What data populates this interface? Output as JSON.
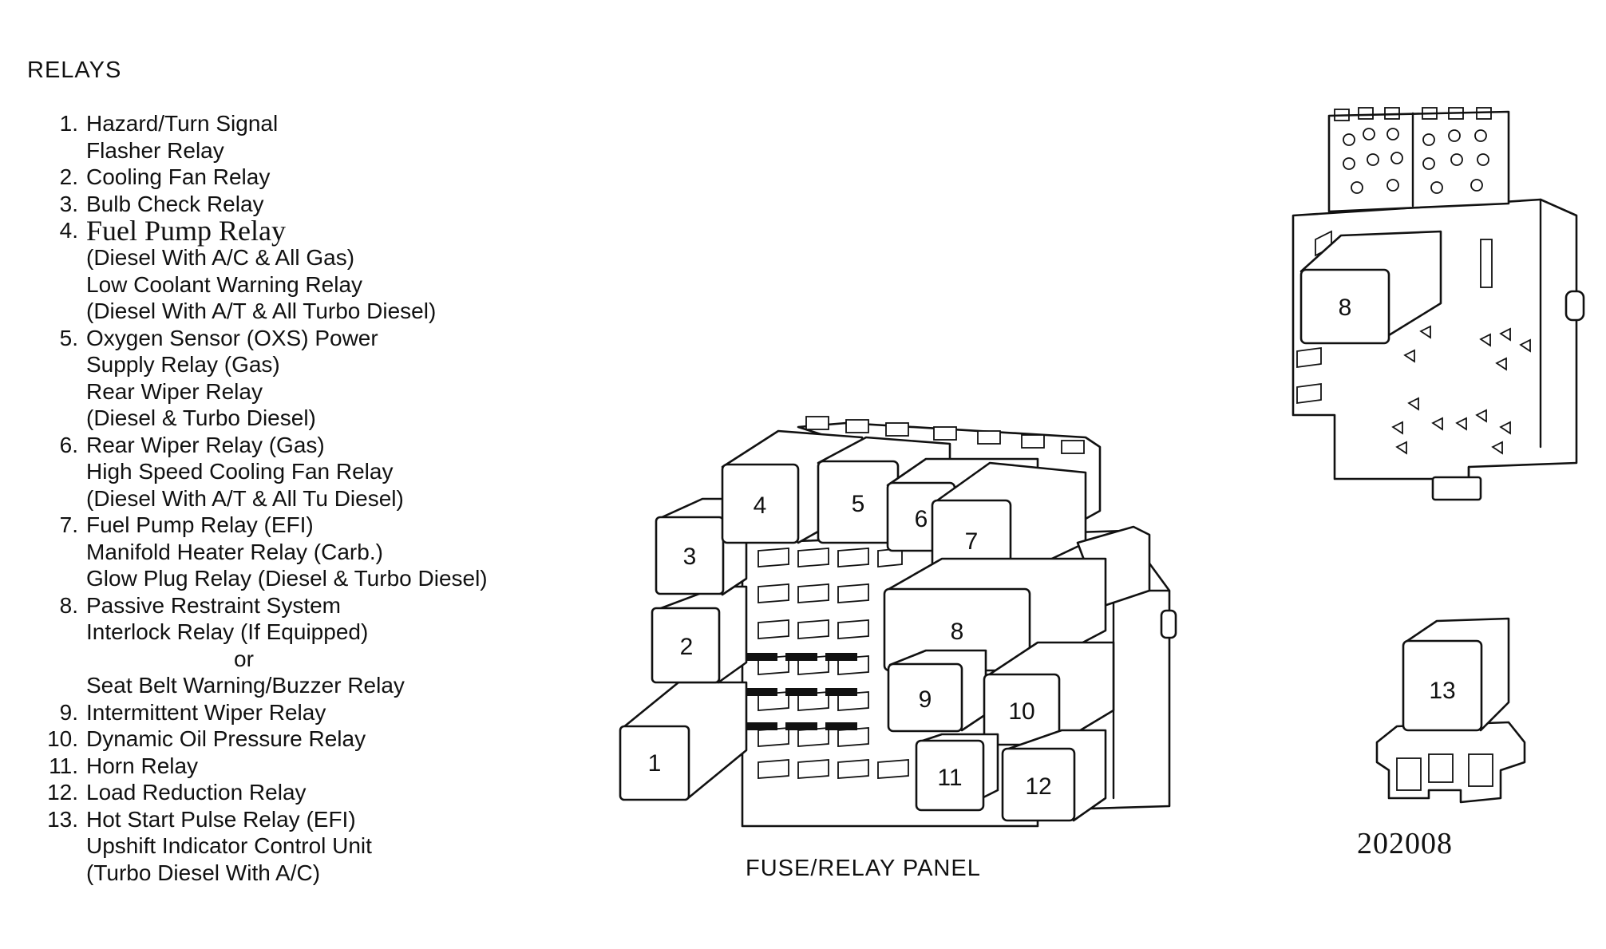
{
  "legend": {
    "title": "RELAYS",
    "items": [
      {
        "num": "1.",
        "lines": [
          "Hazard/Turn Signal",
          "Flasher Relay"
        ]
      },
      {
        "num": "2.",
        "lines": [
          "Cooling Fan Relay"
        ]
      },
      {
        "num": "3.",
        "lines": [
          "Bulb Check Relay"
        ]
      },
      {
        "num": "4.",
        "lines": [
          "Fuel Pump Relay",
          "(Diesel With A/C & All Gas)",
          "Low Coolant Warning Relay",
          "(Diesel With A/T & All Turbo Diesel)"
        ]
      },
      {
        "num": "5.",
        "lines": [
          "Oxygen Sensor (OXS) Power",
          "Supply Relay (Gas)",
          "Rear Wiper Relay",
          "(Diesel & Turbo Diesel)"
        ]
      },
      {
        "num": "6.",
        "lines": [
          "Rear Wiper Relay (Gas)",
          "High Speed Cooling Fan Relay",
          "(Diesel With A/T & All Tu    Diesel)"
        ]
      },
      {
        "num": "7.",
        "lines": [
          "Fuel Pump Relay (EFI)",
          "Manifold Heater Relay (Carb.)",
          "Glow Plug Relay (Diesel & Turbo Diesel)"
        ]
      },
      {
        "num": "8.",
        "lines": [
          "Passive Restraint System",
          "Interlock Relay (If Equipped)",
          "or",
          "Seat Belt Warning/Buzzer Relay"
        ]
      },
      {
        "num": "9.",
        "lines": [
          "Intermittent Wiper Relay"
        ]
      },
      {
        "num": "10.",
        "lines": [
          "Dynamic Oil Pressure Relay"
        ]
      },
      {
        "num": "11.",
        "lines": [
          "Horn Relay"
        ]
      },
      {
        "num": "12.",
        "lines": [
          "Load Reduction Relay"
        ]
      },
      {
        "num": "13.",
        "lines": [
          "Hot Start Pulse Relay (EFI)",
          "Upshift Indicator Control Unit",
          "(Turbo Diesel With A/C)"
        ]
      }
    ]
  },
  "panel": {
    "caption": "FUSE/RELAY PANEL",
    "relay_labels": [
      "1",
      "2",
      "3",
      "4",
      "5",
      "6",
      "7",
      "8",
      "9",
      "10",
      "11",
      "12"
    ]
  },
  "back_view": {
    "relay_label": "8"
  },
  "separate_relay": {
    "relay_label": "13"
  },
  "figure_id": "202008"
}
